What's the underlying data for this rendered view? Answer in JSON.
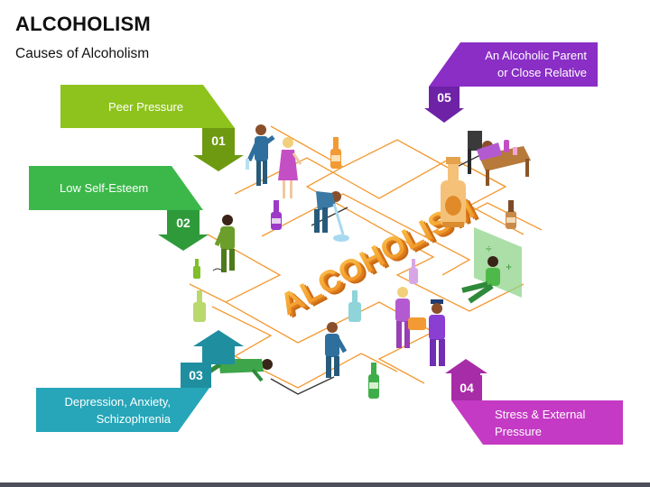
{
  "title": "ALCOHOLISM",
  "subtitle": "Causes of Alcoholism",
  "center_word": "ALCOHOLISM",
  "colors": {
    "cause1": "#8dc31c",
    "cause2": "#3cb84a",
    "cause3": "#26a6b8",
    "cause4": "#c43ac4",
    "cause5": "#8a2ec6",
    "maze": "#f39a34",
    "word": "#f3a52e"
  },
  "causes": [
    {
      "number": "01",
      "label": "Peer Pressure"
    },
    {
      "number": "02",
      "label": "Low Self-Esteem"
    },
    {
      "number": "03",
      "label": "Depression, Anxiety, Schizophrenia",
      "lines": [
        "Depression, Anxiety,",
        "Schizophrenia"
      ]
    },
    {
      "number": "04",
      "label": "Stress & External Pressure",
      "lines": [
        "Stress & External",
        "Pressure"
      ]
    },
    {
      "number": "05",
      "label": "An Alcoholic Parent or Close Relative",
      "lines": [
        "An Alcoholic Parent",
        "or Close Relative"
      ]
    }
  ]
}
